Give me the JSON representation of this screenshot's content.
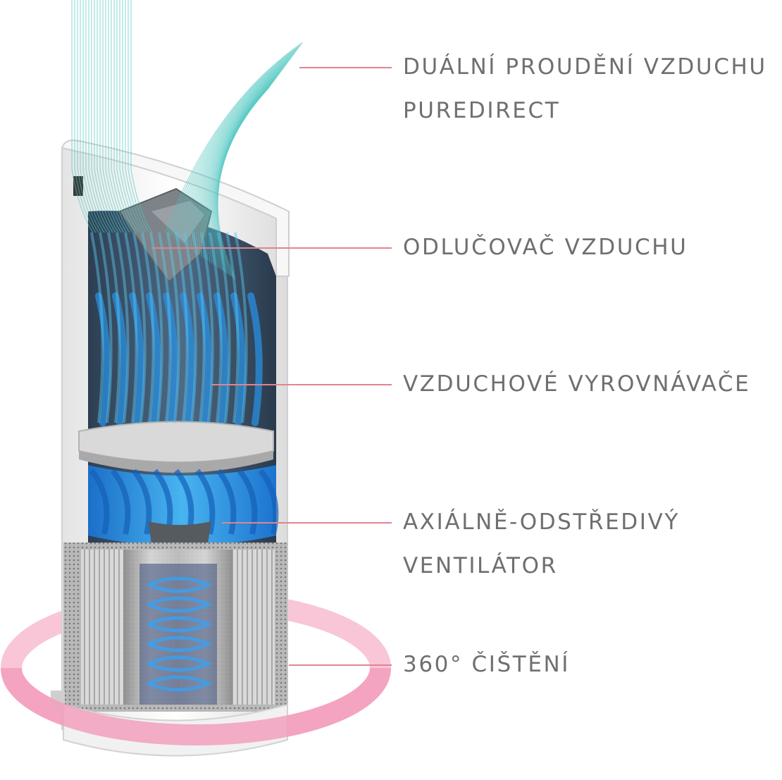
{
  "colors": {
    "leader_line": "#e0858d",
    "label_text": "#6f6f6f",
    "airflow_teal": "#4fc8c2",
    "airflow_blue": "#2a8fe0",
    "ring_pink": "#f3a6c0",
    "housing_white": "#f2f2f2",
    "filter_grey": "#9a9a9a"
  },
  "callouts": [
    {
      "id": "airflow",
      "lines": [
        "DUÁLNÍ PROUDĚNÍ VZDUCHU",
        "PUREDIRECT"
      ]
    },
    {
      "id": "separator",
      "lines": [
        "ODLUČOVAČ VZDUCHU"
      ]
    },
    {
      "id": "stabilizers",
      "lines": [
        "VZDUCHOVÉ VYROVNÁVAČE"
      ]
    },
    {
      "id": "fan",
      "lines": [
        "AXIÁLNĚ-ODSTŘEDIVÝ",
        "VENTILÁTOR"
      ]
    },
    {
      "id": "filter",
      "lines": [
        "360° ČIŠTĚNÍ"
      ]
    }
  ]
}
